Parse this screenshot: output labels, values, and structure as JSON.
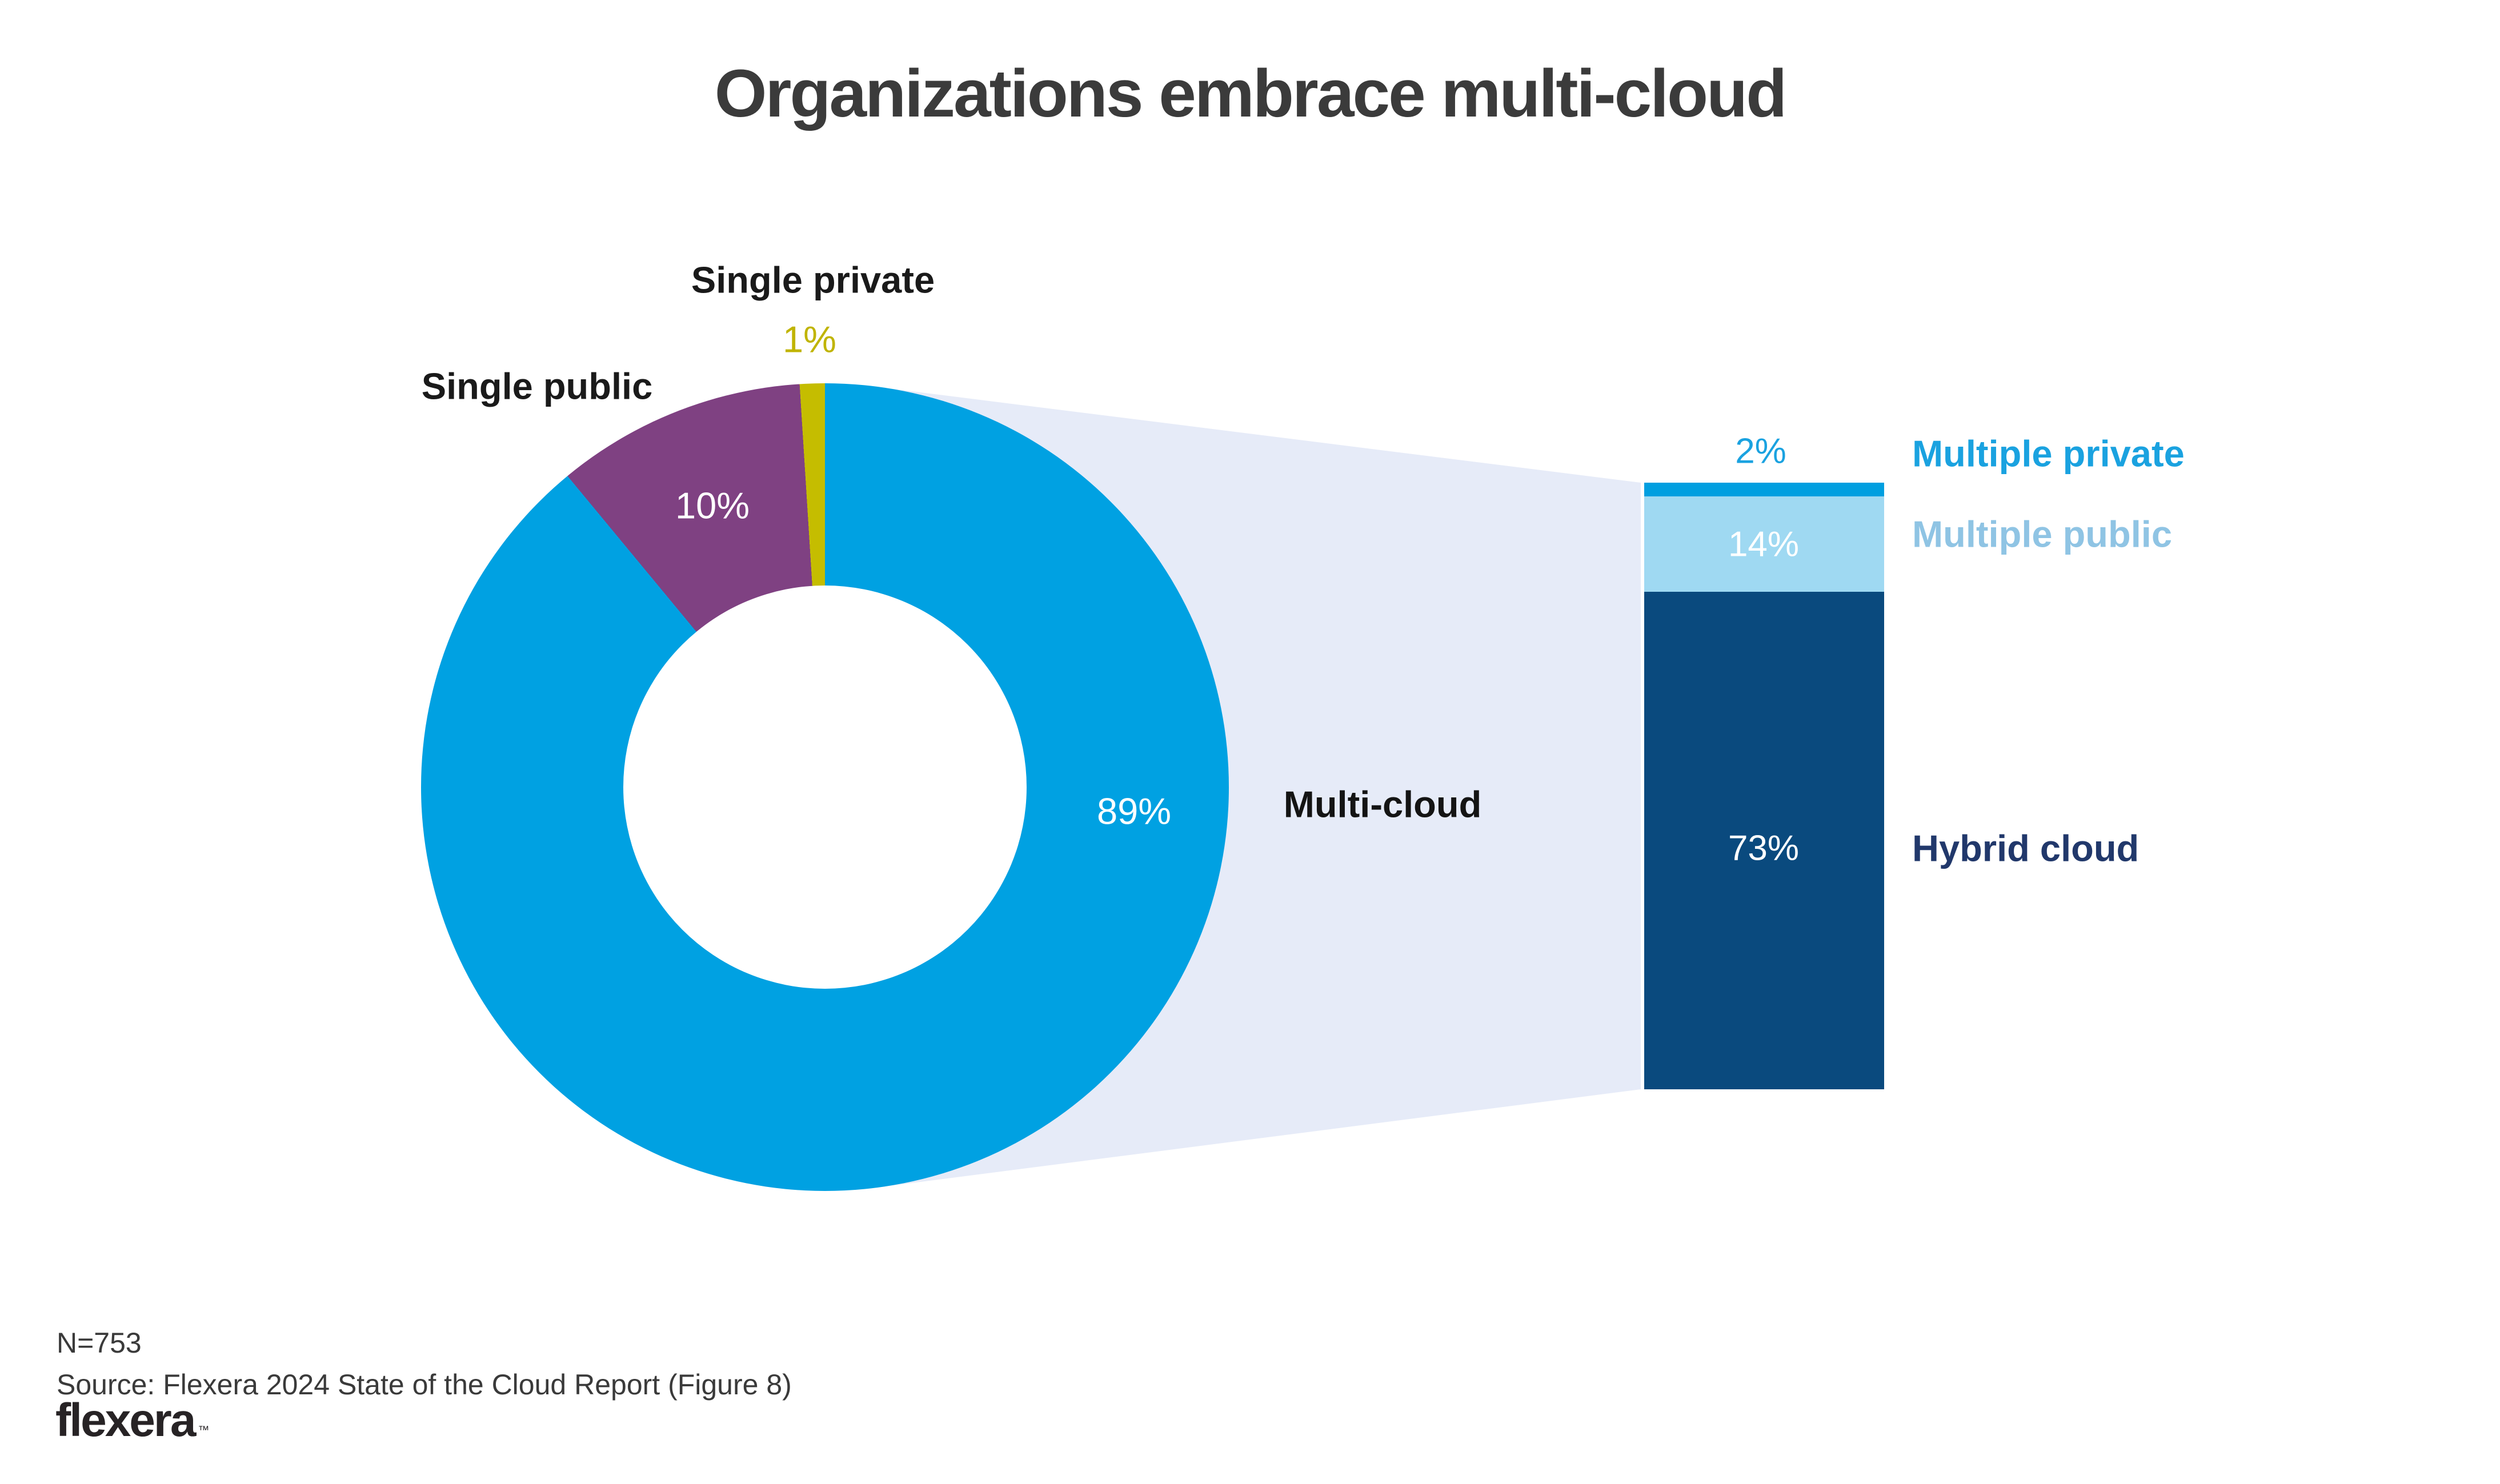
{
  "chart_data": {
    "type": "donut+stacked_bar",
    "title": "Organizations embrace multi-cloud",
    "donut": {
      "hole_color": "#ffffff",
      "segments": [
        {
          "label": "Multi-cloud",
          "value": 89,
          "pct": "89%",
          "color": "#00a1e2",
          "pct_color": "#ffffff"
        },
        {
          "label": "Single public",
          "value": 10,
          "pct": "10%",
          "color": "#7f4182",
          "pct_color": "#ffffff"
        },
        {
          "label": "Single private",
          "value": 1,
          "pct": "1%",
          "color": "#c5bd00",
          "pct_color": "#c0b400"
        }
      ]
    },
    "band": {
      "label": "Multi-cloud",
      "color": "#e6ebf8",
      "label_color": "#141414"
    },
    "bar": {
      "segments": [
        {
          "label": "Multiple private",
          "value": 2,
          "pct": "2%",
          "color": "#009fe0",
          "label_color": "#1aa2e0",
          "pct_color": "#1aa2e0"
        },
        {
          "label": "Multiple public",
          "value": 14,
          "pct": "14%",
          "color": "#9fd9f2",
          "label_color": "#8fc4e4",
          "pct_color": "#ffffff"
        },
        {
          "label": "Hybrid cloud",
          "value": 73,
          "pct": "73%",
          "color": "#0a4a7e",
          "label_color": "#21386b",
          "pct_color": "#ffffff"
        }
      ]
    },
    "footnote": "N=753",
    "source": "Source: Flexera 2024 State of the Cloud Report (Figure 8)"
  },
  "branding": {
    "logo": "flexera",
    "trademark": "™"
  }
}
